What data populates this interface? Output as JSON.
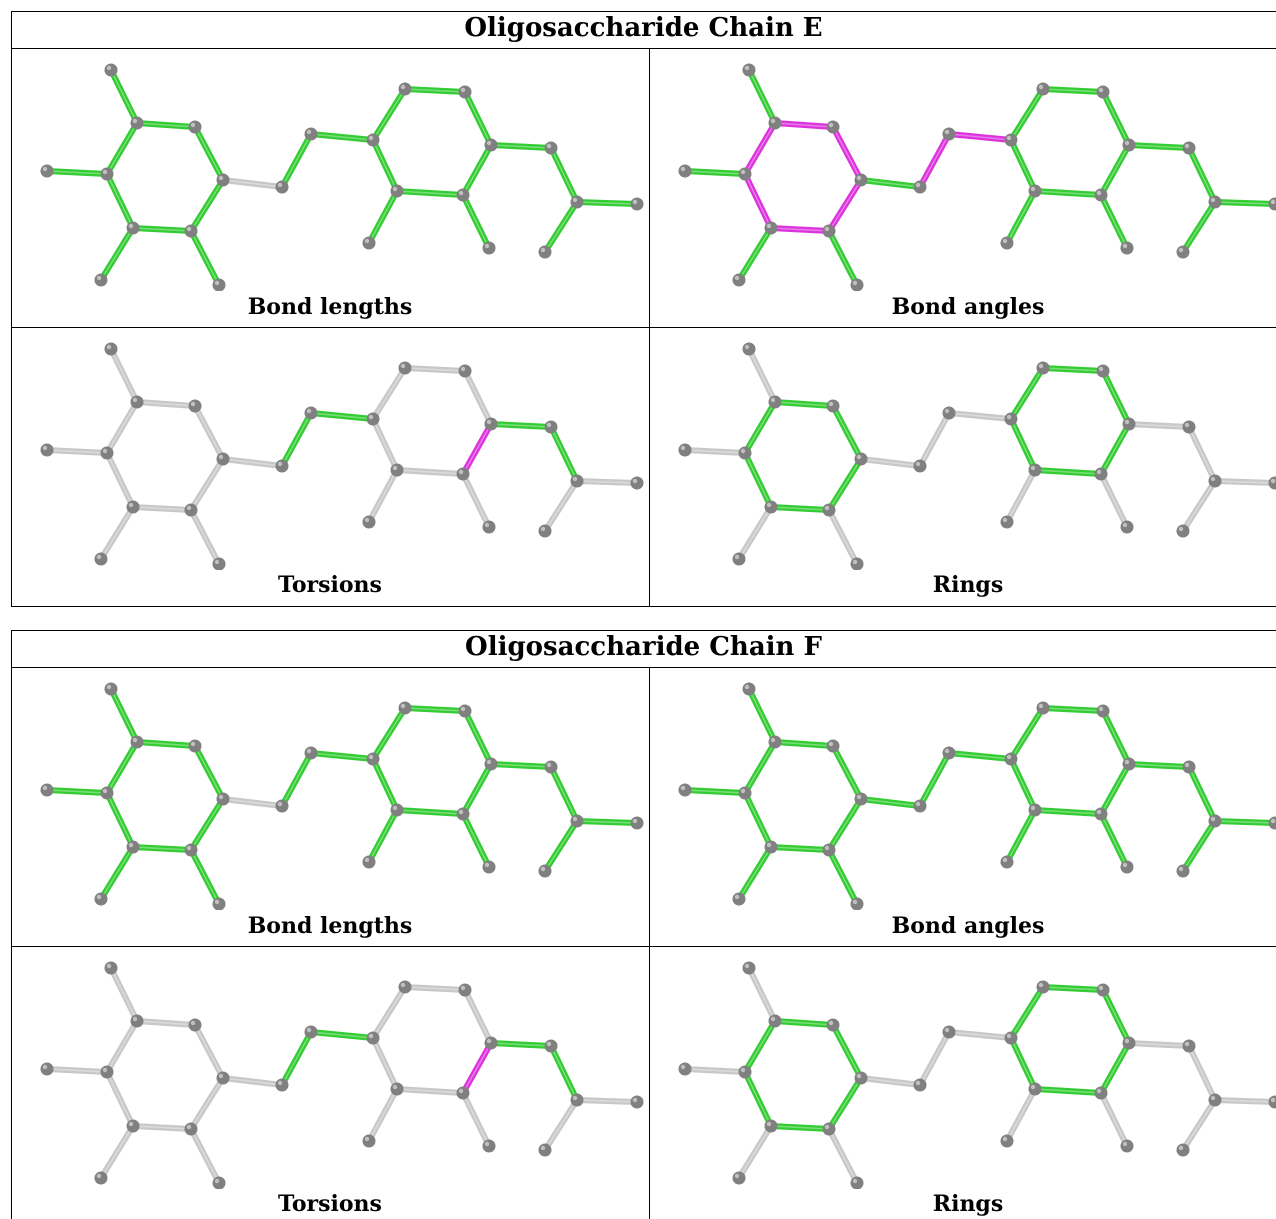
{
  "tables": [
    {
      "title": "Oligosaccharide Chain E",
      "cells": [
        {
          "caption": "Bond lengths",
          "highlight": "lengths",
          "magenta": []
        },
        {
          "caption": "Bond angles",
          "highlight": "all",
          "magenta": [
            "ringA",
            "b8-9",
            "b9-10",
            "b10-11",
            "b11-12"
          ]
        },
        {
          "caption": "Torsions",
          "highlight": "torsions",
          "magenta": [
            "b15-16"
          ]
        },
        {
          "caption": "Rings",
          "highlight": "rings",
          "magenta": []
        }
      ]
    },
    {
      "title": "Oligosaccharide Chain F",
      "cells": [
        {
          "caption": "Bond lengths",
          "highlight": "lengths",
          "magenta": []
        },
        {
          "caption": "Bond angles",
          "highlight": "all",
          "magenta": []
        },
        {
          "caption": "Torsions",
          "highlight": "torsions",
          "magenta": [
            "b15-16"
          ]
        },
        {
          "caption": "Rings",
          "highlight": "rings",
          "magenta": []
        }
      ]
    }
  ],
  "colors": {
    "highlight": "#33cc33",
    "magenta": "#dd33dd",
    "plain": "#c8c8c8",
    "atom": "#808080",
    "border": "#000000"
  }
}
